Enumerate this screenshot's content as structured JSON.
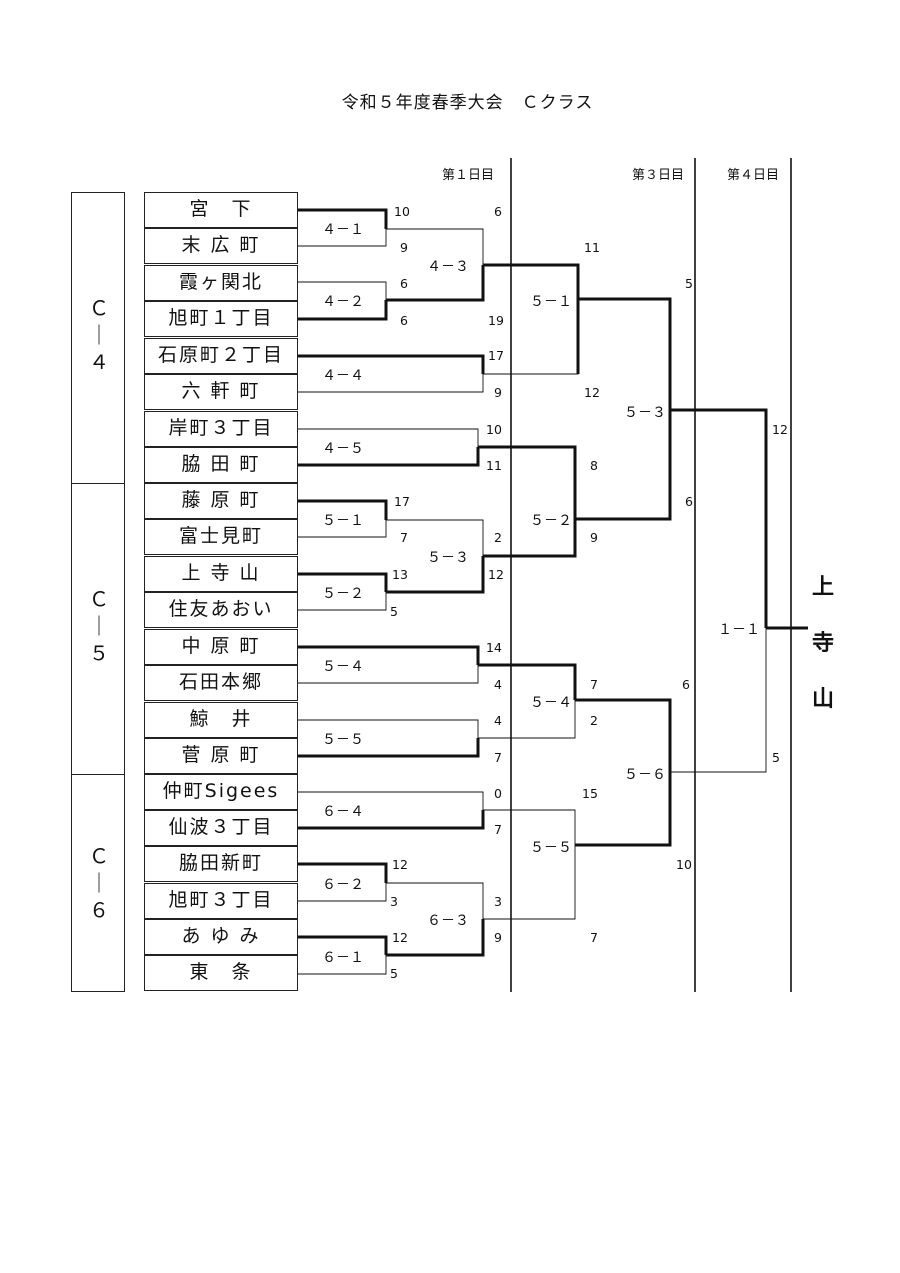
{
  "title": "令和５年度春季大会　Ｃクラス",
  "days": [
    "第１日目",
    "第３日目",
    "第４日目"
  ],
  "groups": [
    "Ｃ\n｜\n４",
    "Ｃ\n｜\n５",
    "Ｃ\n｜\n６"
  ],
  "teams": [
    "宮　下",
    "末 広 町",
    "霞ヶ関北",
    "旭町１丁目",
    "石原町２丁目",
    "六 軒 町",
    "岸町３丁目",
    "脇 田 町",
    "藤 原 町",
    "富士見町",
    "上 寺 山",
    "住友あおい",
    "中 原 町",
    "石田本郷",
    "鯨　井",
    "菅 原 町",
    "仲町Sigees",
    "仙波３丁目",
    "脇田新町",
    "旭町３丁目",
    "あ ゆ み",
    "東　条"
  ],
  "matches": [
    "４－１",
    "４－２",
    "４－３",
    "４－４",
    "４－５",
    "５－１",
    "５－２",
    "５－３",
    "５－４",
    "５－５",
    "６－４",
    "６－２",
    "６－３",
    "６－１",
    "５－１",
    "５－２",
    "５－４",
    "５－５",
    "５－３",
    "５－６",
    "１－１"
  ],
  "scores": [
    "10",
    "9",
    "6",
    "6",
    "6",
    "19",
    "17",
    "9",
    "10",
    "11",
    "17",
    "7",
    "2",
    "12",
    "13",
    "5",
    "14",
    "4",
    "4",
    "7",
    "0",
    "7",
    "12",
    "3",
    "3",
    "9",
    "12",
    "5",
    "11",
    "12",
    "8",
    "9",
    "7",
    "2",
    "15",
    "7",
    "5",
    "6",
    "6",
    "10",
    "12",
    "5"
  ],
  "champion": "上\n寺\n山"
}
